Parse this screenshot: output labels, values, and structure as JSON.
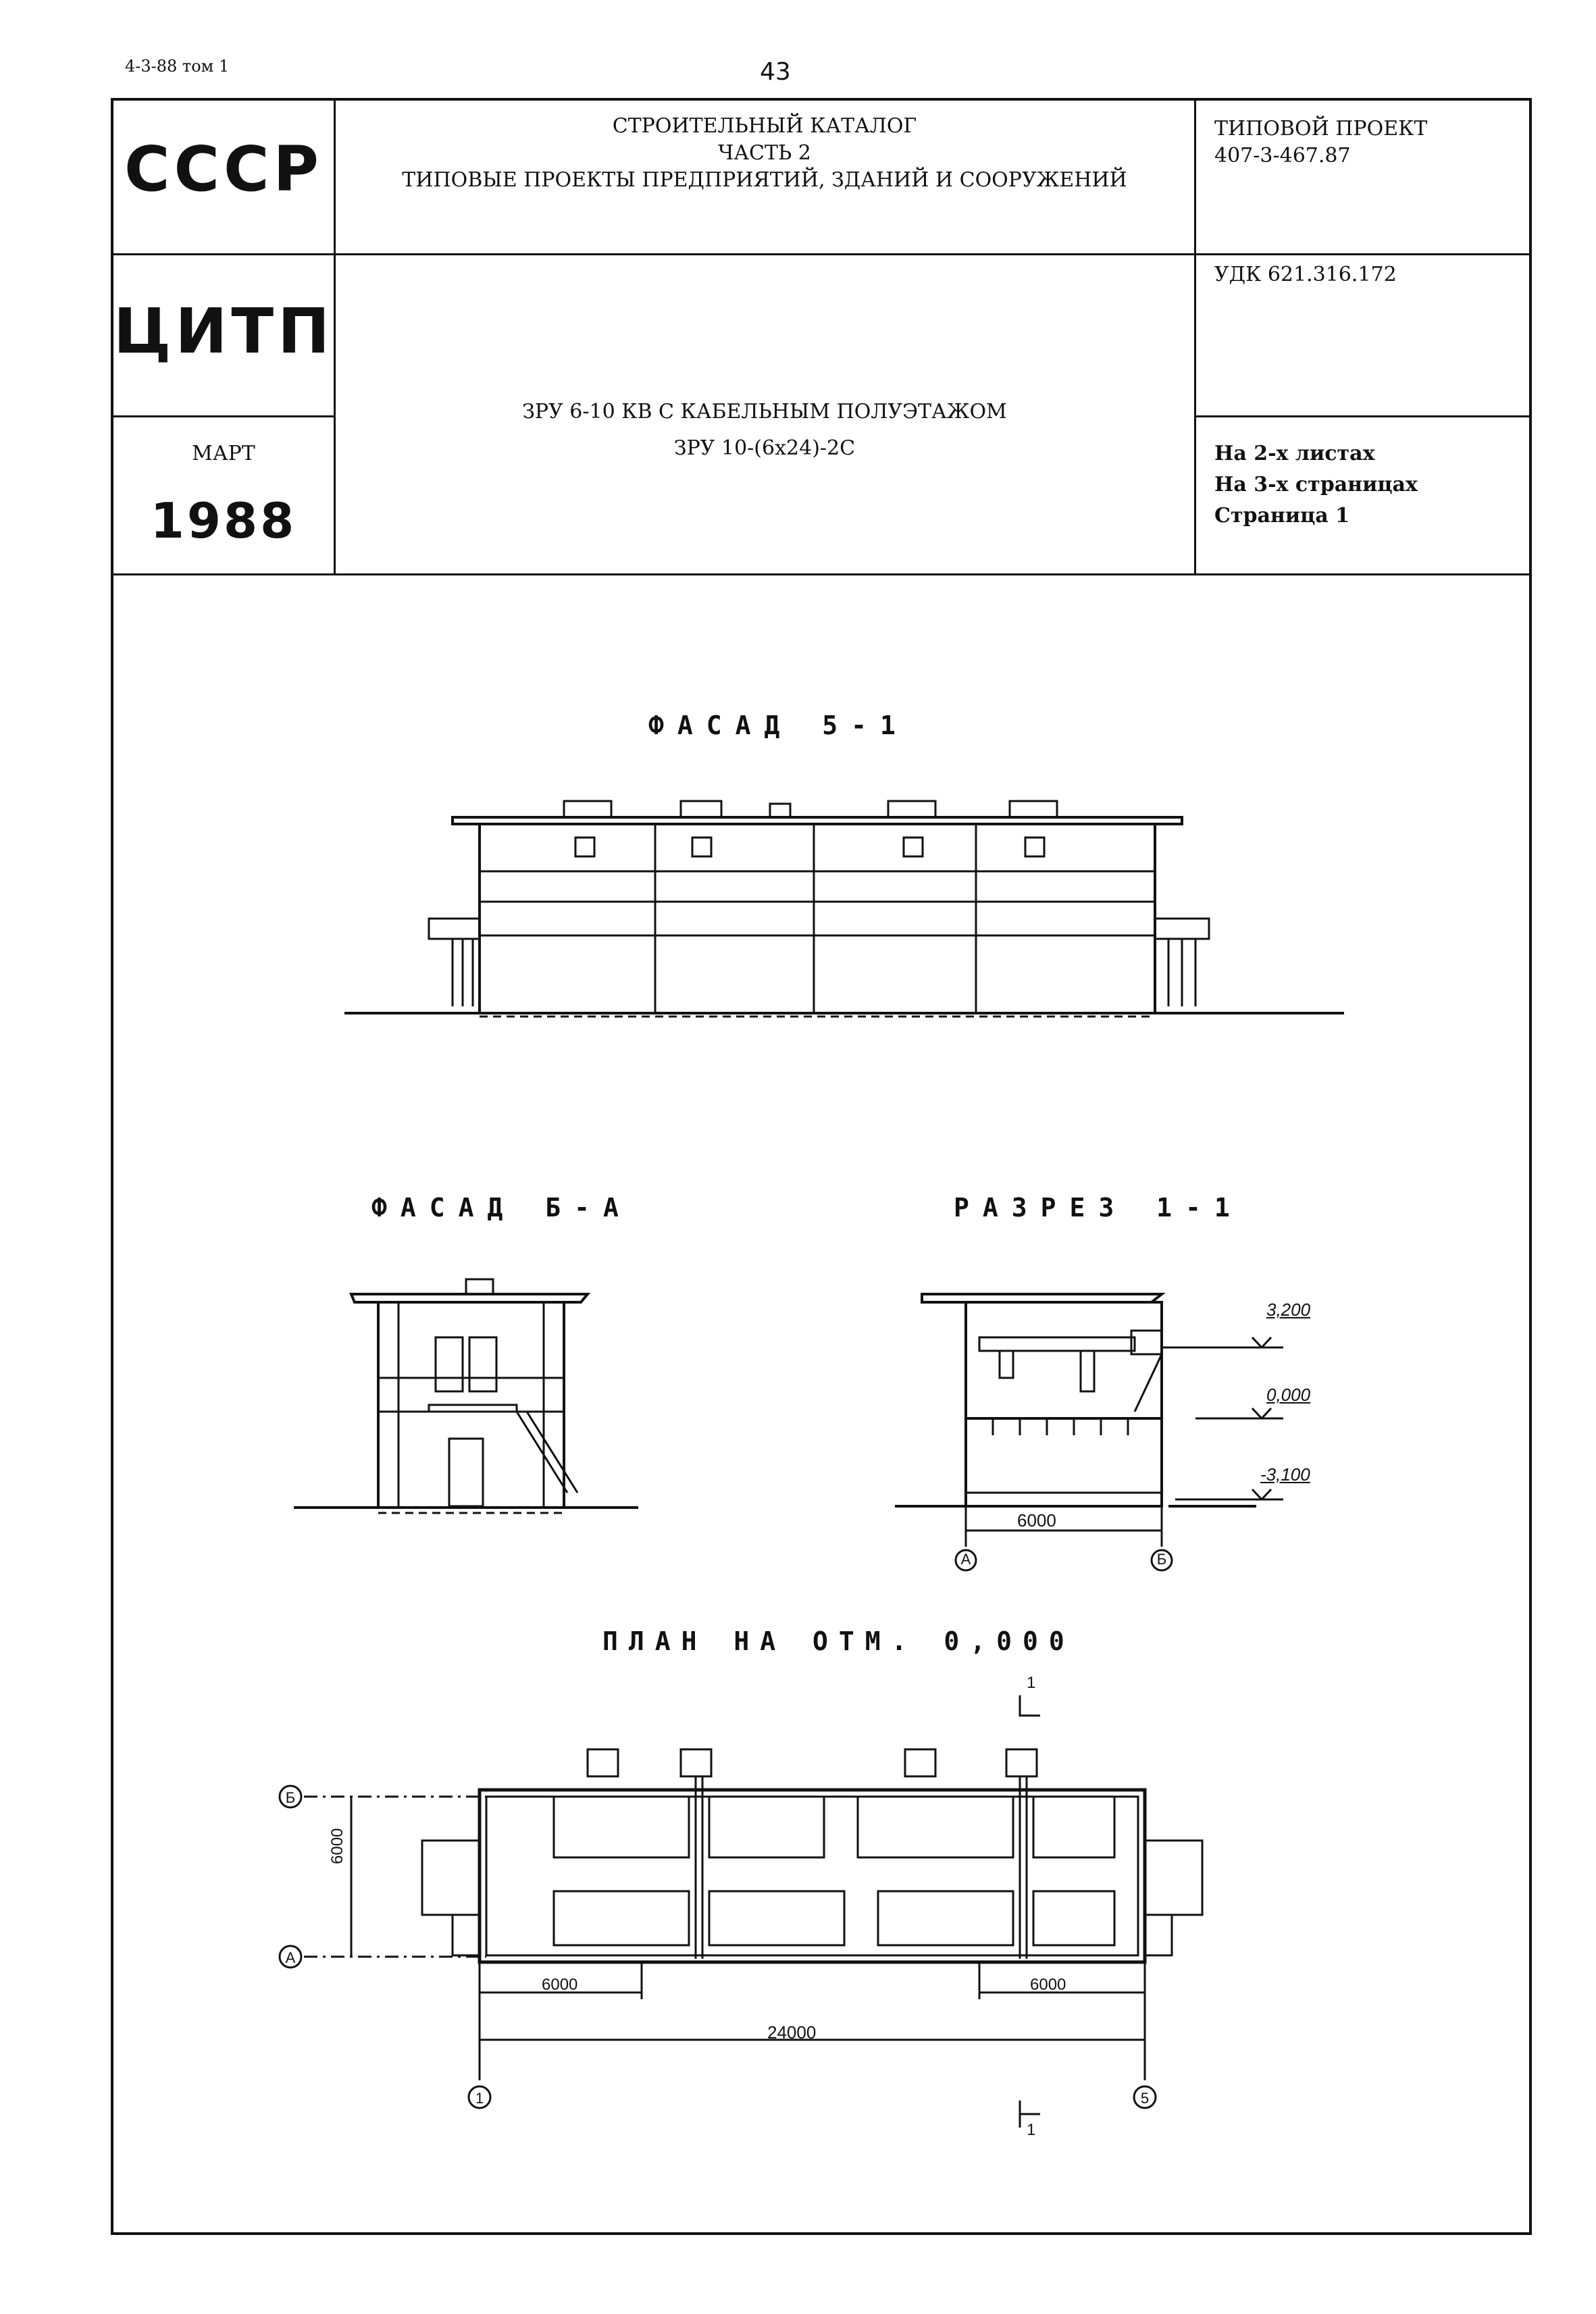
{
  "corner_note": "4-3-88 том 1",
  "page_number": "43",
  "header": {
    "left_top": "СССР",
    "left_middle": "ЦИТП",
    "month": "МАРТ",
    "year": "1988",
    "catalog_line1": "СТРОИТЕЛЬНЫЙ КАТАЛОГ",
    "catalog_line2": "ЧАСТЬ 2",
    "catalog_line3": "ТИПОВЫЕ ПРОЕКТЫ ПРЕДПРИЯТИЙ, ЗДАНИЙ И СООРУЖЕНИЙ",
    "project_label": "ТИПОВОЙ ПРОЕКТ",
    "project_number": "407-3-467.87",
    "udk": "УДК 621.316.172",
    "title_line1": "ЗРУ 6-10 КВ С КАБЕЛЬНЫМ ПОЛУЭТАЖОМ",
    "title_line2": "ЗРУ 10-(6х24)-2С",
    "sheets": "На 2-х листах",
    "pages": "На 3-х страницах",
    "page_label": "Страница 1"
  },
  "drawings": {
    "facade_long": {
      "title": "ФАСАД 5-1"
    },
    "facade_short": {
      "title": "ФАСАД Б-А"
    },
    "section": {
      "title": "РАЗРЕЗ 1-1",
      "levels": [
        "3,200",
        "0,000",
        "-3,100"
      ],
      "dimension": "6000",
      "axes": [
        "А",
        "Б"
      ]
    },
    "plan": {
      "title": "ПЛАН НА ОТМ. 0,000",
      "dim_side": "6000",
      "dim_left": "6000",
      "dim_right": "6000",
      "dim_total": "24000",
      "axes_rows": [
        "Б",
        "А"
      ],
      "axes_cols": [
        "1",
        "5"
      ],
      "cut_marks": [
        "1",
        "1"
      ]
    }
  }
}
